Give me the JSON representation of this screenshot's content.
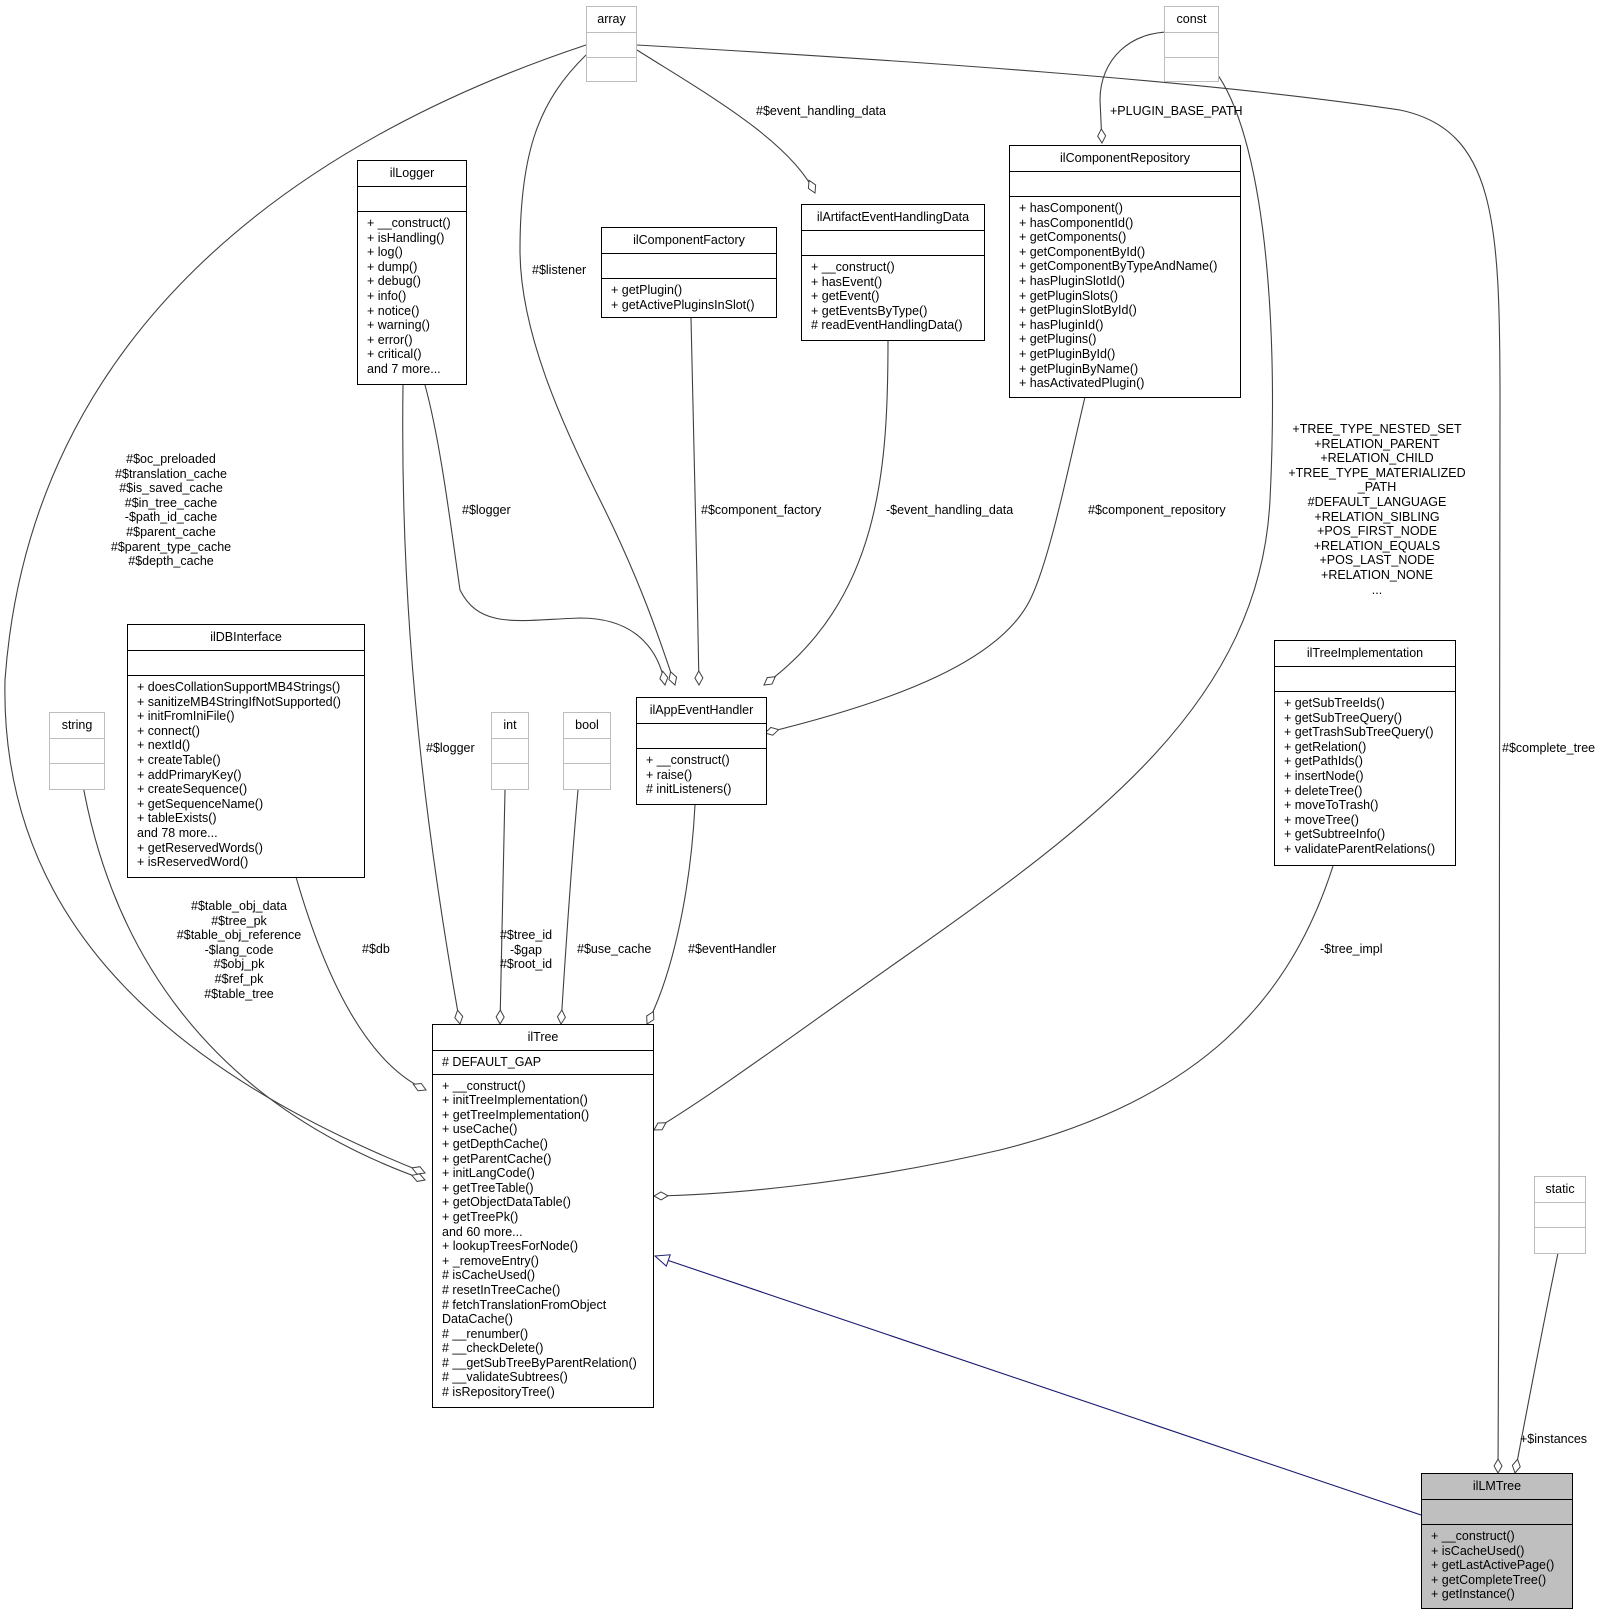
{
  "classes": {
    "array": {
      "name": "array"
    },
    "const": {
      "name": "const"
    },
    "ilLogger": {
      "name": "ilLogger",
      "methods": [
        "+ __construct()",
        "+ isHandling()",
        "+ log()",
        "+ dump()",
        "+ debug()",
        "+ info()",
        "+ notice()",
        "+ warning()",
        "+ error()",
        "+ critical()",
        "and 7 more..."
      ]
    },
    "ilComponentFactory": {
      "name": "ilComponentFactory",
      "methods": [
        "+ getPlugin()",
        "+ getActivePluginsInSlot()"
      ]
    },
    "ilArtifactEventHandlingData": {
      "name": "ilArtifactEventHandlingData",
      "methods": [
        "+ __construct()",
        "+ hasEvent()",
        "+ getEvent()",
        "+ getEventsByType()",
        "# readEventHandlingData()"
      ]
    },
    "ilComponentRepository": {
      "name": "ilComponentRepository",
      "methods": [
        "+ hasComponent()",
        "+ hasComponentId()",
        "+ getComponents()",
        "+ getComponentById()",
        "+ getComponentByTypeAndName()",
        "+ hasPluginSlotId()",
        "+ getPluginSlots()",
        "+ getPluginSlotById()",
        "+ hasPluginId()",
        "+ getPlugins()",
        "+ getPluginById()",
        "+ getPluginByName()",
        "+ hasActivatedPlugin()"
      ]
    },
    "ilDBInterface": {
      "name": "ilDBInterface",
      "methods": [
        "+ doesCollationSupportMB4Strings()",
        "+ sanitizeMB4StringIfNotSupported()",
        "+ initFromIniFile()",
        "+ connect()",
        "+ nextId()",
        "+ createTable()",
        "+ addPrimaryKey()",
        "+ createSequence()",
        "+ getSequenceName()",
        "+ tableExists()",
        "and 78 more...",
        "+ getReservedWords()",
        "+ isReservedWord()"
      ]
    },
    "string": {
      "name": "string"
    },
    "int": {
      "name": "int"
    },
    "bool": {
      "name": "bool"
    },
    "ilAppEventHandler": {
      "name": "ilAppEventHandler",
      "methods": [
        "+ __construct()",
        "+ raise()",
        "# initListeners()"
      ]
    },
    "ilTreeImplementation": {
      "name": "ilTreeImplementation",
      "methods": [
        "+ getSubTreeIds()",
        "+ getSubTreeQuery()",
        "+ getTrashSubTreeQuery()",
        "+ getRelation()",
        "+ getPathIds()",
        "+ insertNode()",
        "+ deleteTree()",
        "+ moveToTrash()",
        "+ moveTree()",
        "+ getSubtreeInfo()",
        "+ validateParentRelations()"
      ]
    },
    "static": {
      "name": "static"
    },
    "ilTree": {
      "name": "ilTree",
      "attributes": [
        "# DEFAULT_GAP"
      ],
      "methods": [
        "+ __construct()",
        "+ initTreeImplementation()",
        "+ getTreeImplementation()",
        "+ useCache()",
        "+ getDepthCache()",
        "+ getParentCache()",
        "+ initLangCode()",
        "+ getTreeTable()",
        "+ getObjectDataTable()",
        "+ getTreePk()",
        "and 60 more...",
        "+ lookupTreesForNode()",
        "+ _removeEntry()",
        "# isCacheUsed()",
        "# resetInTreeCache()",
        "# fetchTranslationFromObject",
        "DataCache()",
        "# __renumber()",
        "# __checkDelete()",
        "# __getSubTreeByParentRelation()",
        "# __validateSubtrees()",
        "# isRepositoryTree()"
      ]
    },
    "ilLMTree": {
      "name": "ilLMTree",
      "methods": [
        "+ __construct()",
        "+ isCacheUsed()",
        "+ getLastActivePage()",
        "+ getCompleteTree()",
        "+ getInstance()"
      ]
    }
  },
  "edge_labels": {
    "event_handling_data": [
      "#$event_handling_data"
    ],
    "plugin_base_path": [
      "+PLUGIN_BASE_PATH"
    ],
    "listener": [
      "#$listener"
    ],
    "logger_handler": [
      "#$logger"
    ],
    "component_factory": [
      "#$component_factory"
    ],
    "event_handling_data_priv": [
      "-$event_handling_data"
    ],
    "component_repository": [
      "#$component_repository"
    ],
    "array_caches": [
      "#$oc_preloaded",
      "#$translation_cache",
      "#$is_saved_cache",
      "#$in_tree_cache",
      "-$path_id_cache",
      "#$parent_cache",
      "#$parent_type_cache",
      "#$depth_cache"
    ],
    "const_members": [
      "+TREE_TYPE_NESTED_SET",
      "+RELATION_PARENT",
      "+RELATION_CHILD",
      "+TREE_TYPE_MATERIALIZED",
      "_PATH",
      "#DEFAULT_LANGUAGE",
      "+RELATION_SIBLING",
      "+POS_FIRST_NODE",
      "+RELATION_EQUALS",
      "+POS_LAST_NODE",
      "+RELATION_NONE",
      "..."
    ],
    "complete_tree": [
      "#$complete_tree"
    ],
    "logger_tree": [
      "#$logger"
    ],
    "string_members": [
      "#$table_obj_data",
      "#$tree_pk",
      "#$table_obj_reference",
      "-$lang_code",
      "#$obj_pk",
      "#$ref_pk",
      "#$table_tree"
    ],
    "db": [
      "#$db"
    ],
    "int_members": [
      "#$tree_id",
      "-$gap",
      "#$root_id"
    ],
    "use_cache": [
      "#$use_cache"
    ],
    "event_handler": [
      "#$eventHandler"
    ],
    "tree_impl": [
      "-$tree_impl"
    ],
    "instances": [
      "+$instances"
    ]
  },
  "colors": {
    "edge": "#404040",
    "inheritance": "#191970",
    "ghost_border": "#bdbdbd",
    "focus_fill": "#bfbfbf"
  }
}
